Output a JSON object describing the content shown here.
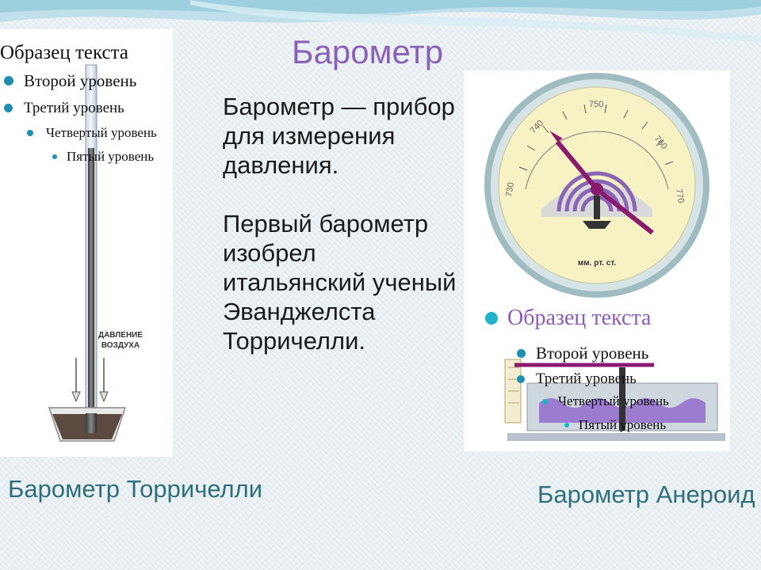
{
  "slide": {
    "title": "Барометр",
    "left_outline": [
      {
        "level": 1,
        "text": "Образец текста"
      },
      {
        "level": 2,
        "text": "Второй уровень"
      },
      {
        "level": 3,
        "text": "Третий уровень"
      },
      {
        "level": 4,
        "text": "Четвертый уровень"
      },
      {
        "level": 5,
        "text": "Пятый уровень"
      }
    ],
    "body_paragraphs": [
      "Барометр — прибор для измерения давления.",
      "Первый барометр изобрел итальянский ученый Эванджелста Торричелли."
    ],
    "right_outline": [
      {
        "level": 1,
        "text": "Образец текста"
      },
      {
        "level": 2,
        "text": "Второй уровень"
      },
      {
        "level": 3,
        "text": "Третий уровень"
      },
      {
        "level": 4,
        "text": "Четвертый уровень"
      },
      {
        "level": 5,
        "text": "Пятый уровень"
      }
    ],
    "captions": {
      "left": "Барометр Торричелли",
      "right": "Барометр Анероид"
    }
  },
  "torricelli_figure": {
    "label_line1": "ДАВЛЕНИЕ",
    "label_line2": "ВОЗДУХА"
  },
  "aneroid_figure": {
    "scale_labels": [
      "730",
      "750",
      "760",
      "770",
      "740"
    ],
    "unit_label": "мм. рт. ст."
  },
  "colors": {
    "title": "#8a60b8",
    "caption": "#2e6e7e",
    "bullet": "#1e8fb0"
  }
}
